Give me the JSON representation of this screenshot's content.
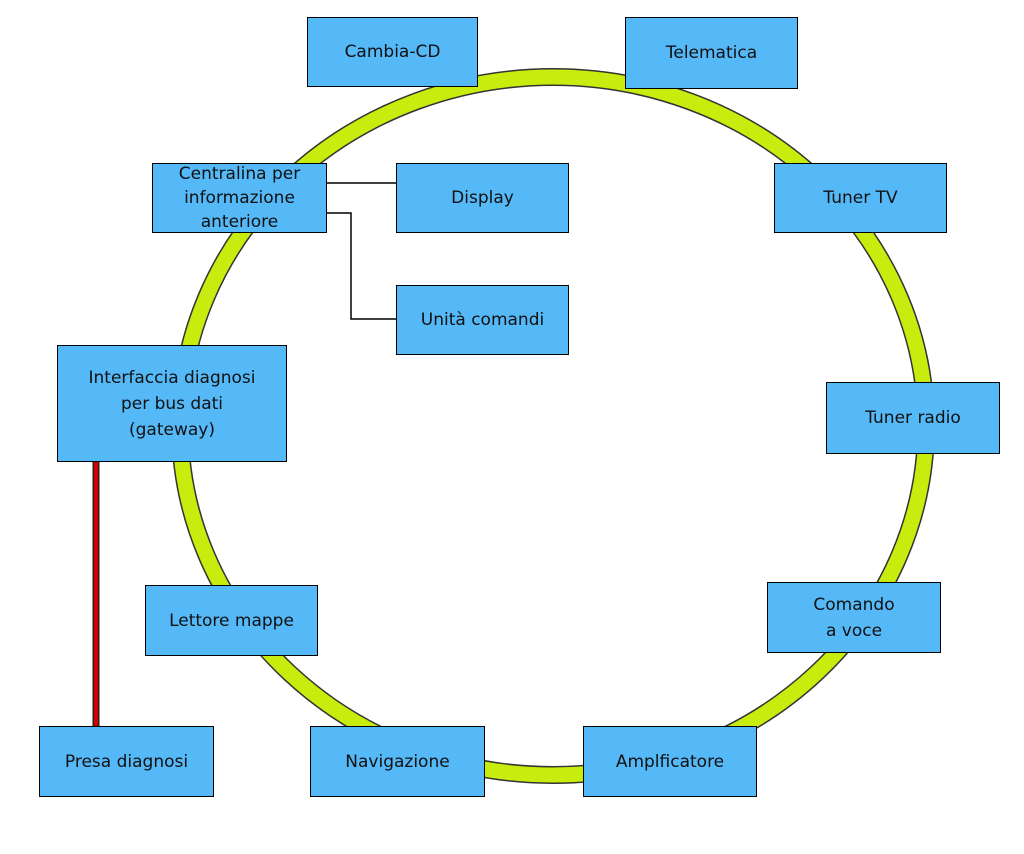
{
  "colors": {
    "ring": "#c8ec0e",
    "ring_outline": "#333333",
    "box_fill": "#55b8f7",
    "box_border": "#000000",
    "diagnostic_line": "#d40000",
    "connector_line": "#000000"
  },
  "nodes": {
    "cambia_cd": "Cambia-CD",
    "telematica": "Telematica",
    "centralina": "Centralina per\ninformazione\nanteriore",
    "display": "Display",
    "tuner_tv": "Tuner TV",
    "unita_comandi": "Unità comandi",
    "interfaccia": "Interfaccia diagnosi\nper bus dati\n(gateway)",
    "tuner_radio": "Tuner radio",
    "lettore_mappe": "Lettore mappe",
    "comando_voce": "Comando\na voce",
    "presa_diagnosi": "Presa diagnosi",
    "navigazione": "Navigazione",
    "amplificatore": "Amplficatore"
  }
}
